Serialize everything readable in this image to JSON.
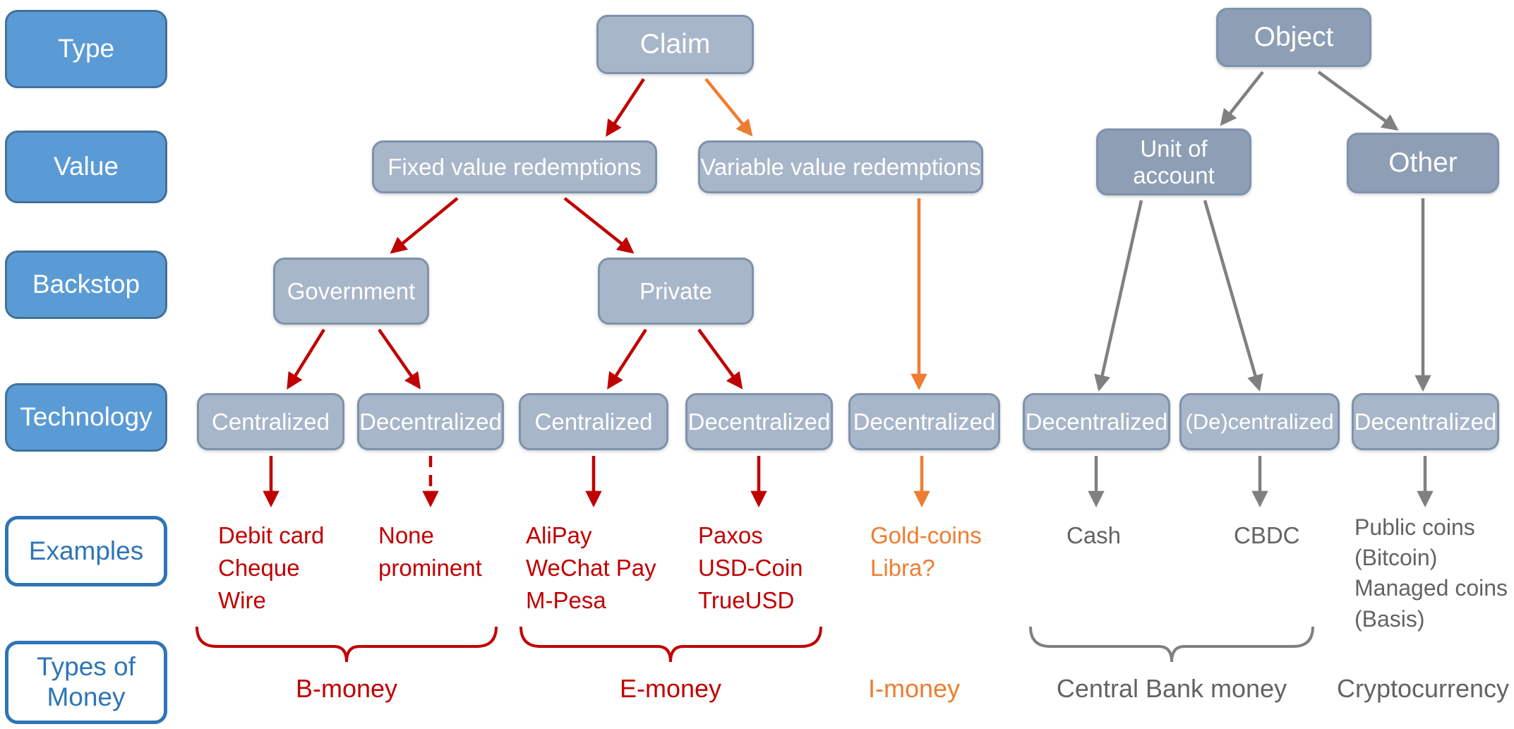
{
  "diagram": {
    "row_labels": {
      "type": "Type",
      "value": "Value",
      "backstop": "Backstop",
      "technology": "Technology",
      "examples": "Examples",
      "types_of_money": "Types of\nMoney"
    },
    "nodes": {
      "claim": "Claim",
      "object": "Object",
      "fixed_value": "Fixed value redemptions",
      "variable_value": "Variable value redemptions",
      "unit_of_account": "Unit of\naccount",
      "other": "Other",
      "government": "Government",
      "private": "Private",
      "tech_1": "Centralized",
      "tech_2": "Decentralized",
      "tech_3": "Centralized",
      "tech_4": "Decentralized",
      "tech_5": "Decentralized",
      "tech_6": "Decentralized",
      "tech_7": "(De)centralized",
      "tech_8": "Decentralized"
    },
    "examples": {
      "government_centralized": "Debit card\nCheque\nWire",
      "government_decentralized": "None\nprominent",
      "private_centralized": "AliPay\nWeChat Pay\nM-Pesa",
      "private_decentralized": "Paxos\nUSD-Coin\nTrueUSD",
      "variable_decentralized": "Gold-coins\nLibra?",
      "unit_of_account_decentralized": "Cash",
      "unit_of_account_decentralized2": "CBDC",
      "other_decentralized": "Public coins\n(Bitcoin)\nManaged coins\n(Basis)"
    },
    "money_types": {
      "b_money": "B-money",
      "e_money": "E-money",
      "i_money": "I-money",
      "central_bank_money": "Central Bank money",
      "cryptocurrency": "Cryptocurrency"
    },
    "colors": {
      "row_label_fill": "#5b9bd5",
      "row_label_border": "#41719c",
      "row_label_text": "#ffffff",
      "outline_label_border": "#2e75b6",
      "outline_label_text": "#2e75b6",
      "node_fill_light": "#a8b6c9",
      "node_fill_dark": "#8d9eb5",
      "node_border": "#7e92ac",
      "node_text": "#ffffff",
      "claim_branch_red": "#c00000",
      "imoney_orange": "#ed7d31",
      "object_branch_gray": "#808080",
      "example_gray_text": "#636363"
    }
  }
}
